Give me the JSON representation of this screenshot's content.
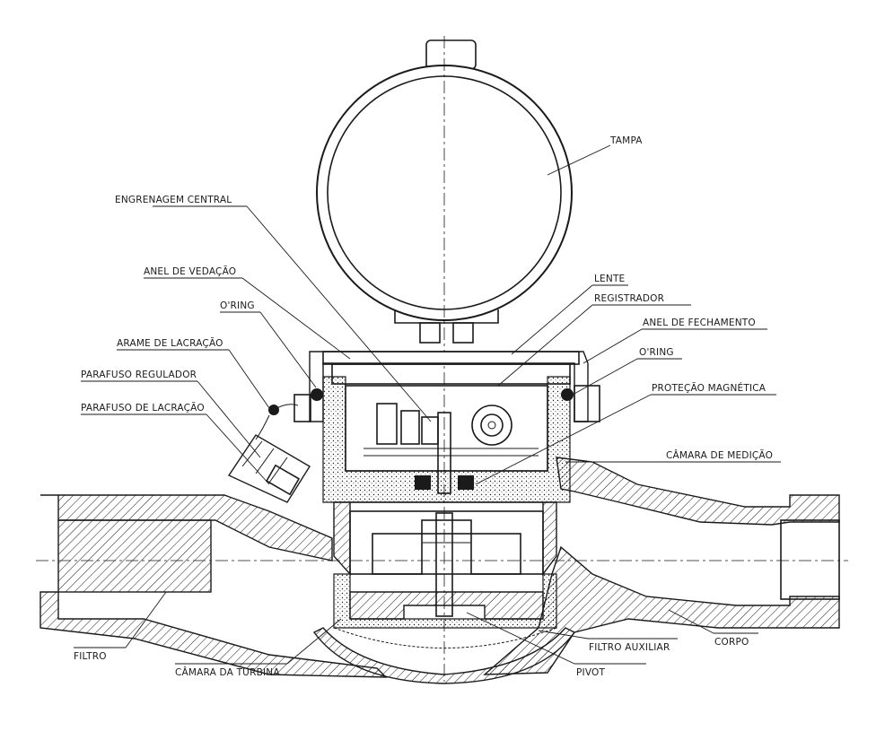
{
  "labels": {
    "tampa": "TAMPA",
    "engrenagem_central": "ENGRENAGEM CENTRAL",
    "anel_vedacao": "ANEL DE VEDAÇÃO",
    "oring_left": "O'RING",
    "arame_lacracao": "ARAME DE LACRAÇÃO",
    "parafuso_regulador": "PARAFUSO REGULADOR",
    "parafuso_lacracao": "PARAFUSO DE LACRAÇÃO",
    "lente": "LENTE",
    "registrador": "REGISTRADOR",
    "anel_fechamento": "ANEL DE FECHAMENTO",
    "oring_right": "O'RING",
    "protecao_magnetica": "PROTEÇÃO MAGNÉTICA",
    "camara_medicao": "CÂMARA DE MEDIÇÃO",
    "filtro": "FILTRO",
    "camara_turbina": "CÂMARA DA TURBINA",
    "filtro_auxiliar": "FILTRO AUXILIAR",
    "corpo": "CORPO",
    "pivot": "PIVOT"
  }
}
